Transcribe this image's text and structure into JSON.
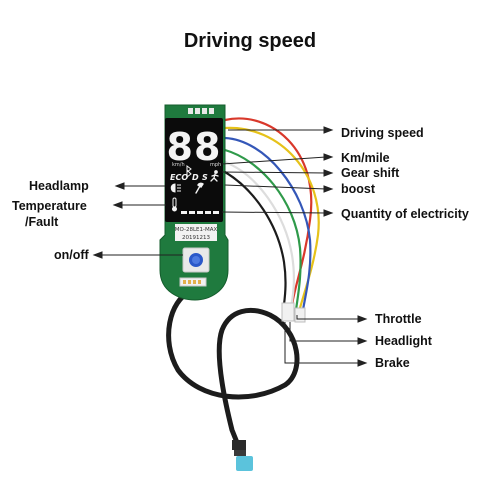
{
  "title": "Driving speed",
  "board": {
    "speed_digits": "88",
    "unit_left": "km/h",
    "unit_right": "mph",
    "mode_eco": "ECO",
    "mode_d": "D",
    "mode_s": "S",
    "model_label": "MO-28LE1-MAX",
    "date_code": "20191213"
  },
  "callouts": {
    "driving_speed": "Driving speed",
    "km_mile": "Km/mile",
    "gear_shift": "Gear shift",
    "boost": "boost",
    "quantity_of_electricity": "Quantity of electricity",
    "headlamp": "Headlamp",
    "temperature_line1": "Temperature",
    "temperature_line2": "/Fault",
    "on_off": "on/off",
    "throttle": "Throttle",
    "headlight": "Headlight",
    "brake": "Brake"
  },
  "colors": {
    "pcb_green": "#1f7a3e",
    "lcd_black": "#0b0b0b",
    "cable_black": "#1c1c1c",
    "connector_blue": "#5bc3dc",
    "wire_red": "#d9382b",
    "wire_yellow": "#e8c21a",
    "wire_blue": "#3457b8",
    "wire_green": "#2f9a4a",
    "wire_white": "#e6e6e6"
  }
}
